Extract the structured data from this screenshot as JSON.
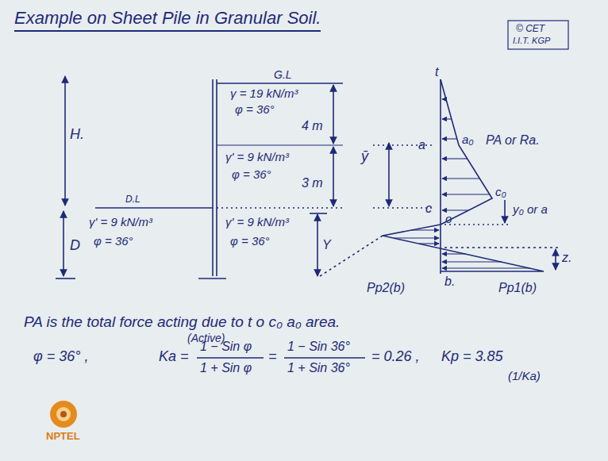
{
  "diagram": {
    "title": "Example on Sheet Pile in Granular Soil.",
    "labels": [
      "© CET",
      "I.I.T. KGP",
      "H.",
      "G.L",
      "γ = 19 kN/m³",
      "φ = 36°",
      "4 m",
      "γ' = 9 kN/m³",
      "φ = 36°",
      "3 m",
      "D.L",
      "γ' = 9 kN/m³",
      "φ = 36°",
      "γ' = 9 kN/m³",
      "φ = 36°",
      "D",
      "Y",
      "t",
      "a",
      "a₀",
      "PA or Ra.",
      "ȳ",
      "c",
      "c₀",
      "y₀ or a",
      "o",
      "z.",
      "b.",
      "Pp2(b)",
      "Pp1(b)",
      "PA is the total force acting due to t o c₀ a₀ area.",
      "(Active)",
      "φ = 36° ,",
      "Ka =",
      "1 − Sin φ",
      "1 + Sin φ",
      "=",
      "1 − Sin 36°",
      "1 + Sin 36°",
      "= 0.26 ,",
      "Kp = 3.85",
      "(1/Ka)",
      "NPTEL"
    ]
  }
}
